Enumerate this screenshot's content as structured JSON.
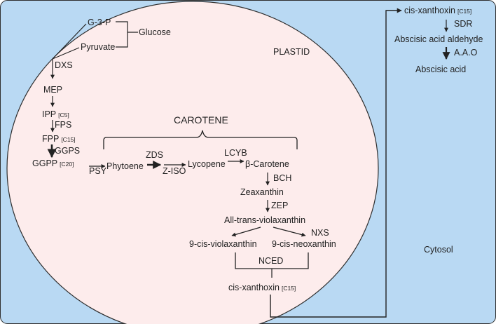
{
  "colors": {
    "cytosol_bg": "#b9d9f3",
    "plastid_bg": "#fdecec",
    "border": "#2e2e2e",
    "text": "#222222"
  },
  "compartments": {
    "plastid": "PLASTID",
    "cytosol": "Cytosol",
    "carotene_group": "CAROTENE"
  },
  "nodes": {
    "g3p": "G-3-P",
    "pyruvate": "Pyruvate",
    "glucose": "Glucose",
    "mep": "MEP",
    "ipp": "IPP",
    "ipp_sub": "[C5]",
    "fpp": "FPP",
    "fpp_sub": "[C15]",
    "ggpp": "GGPP",
    "ggpp_sub": "[C20]",
    "phytoene": "Phytoene",
    "lycopene": "Lycopene",
    "beta_carotene": "β-Carotene",
    "zeaxanthin": "Zeaxanthin",
    "all_trans_violaxanthin": "All-trans-violaxanthin",
    "cis_violaxanthin": "9-cis-violaxanthin",
    "cis_neoxanthin": "9-cis-neoxanthin",
    "cis_xanthoxin_plastid": "cis-xanthoxin",
    "cis_xanthoxin_plastid_sub": "[C15]",
    "cis_xanthoxin_cytosol": "cis-xanthoxin",
    "cis_xanthoxin_cytosol_sub": "[C15]",
    "abscisic_aldehyde": "Abscisic acid aldehyde",
    "abscisic_acid": "Abscisic acid"
  },
  "enzymes": {
    "dxs": "DXS",
    "fps": "FPS",
    "ggps": "GGPS",
    "psy": "PSY",
    "zds": "ZDS",
    "ziso": "Z-ISO",
    "lcyb": "LCYB",
    "bch": "BCH",
    "zep": "ZEP",
    "nxs": "NXS",
    "nced": "NCED",
    "sdr": "SDR",
    "aao": "A.A.O"
  }
}
